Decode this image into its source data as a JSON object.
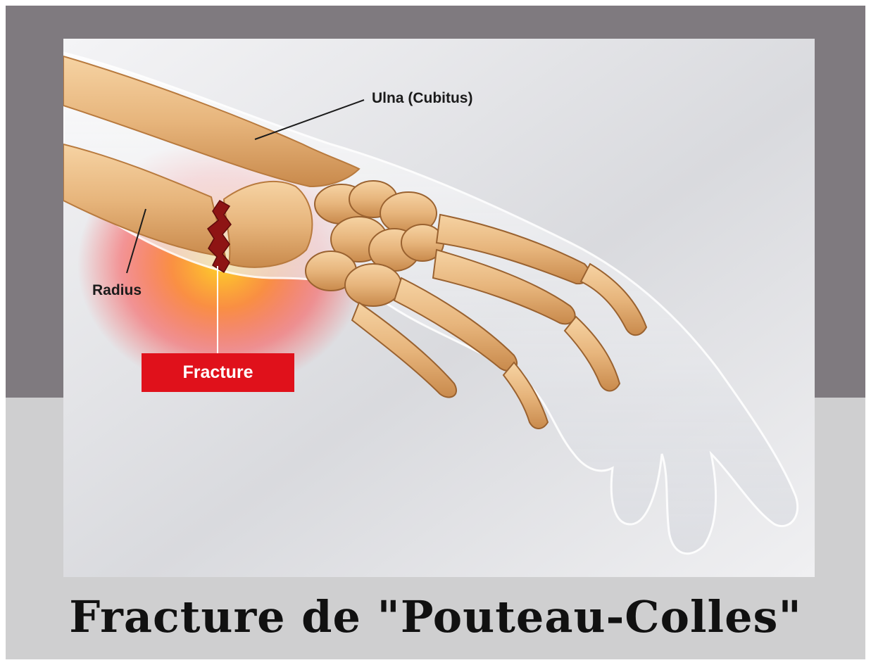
{
  "labels": {
    "ulna": "Ulna (Cubitus)",
    "radius": "Radius",
    "fracture": "Fracture"
  },
  "title": "Fracture de \"Pouteau-Colles\"",
  "colors": {
    "backdrop_top": "#7f7a7f",
    "backdrop_bottom": "#cfcfd0",
    "bone": "#e6b47c",
    "fracture_glow": "#ff3b2f",
    "fracture_badge": "#e0111b",
    "skin": "#e9eaee"
  }
}
